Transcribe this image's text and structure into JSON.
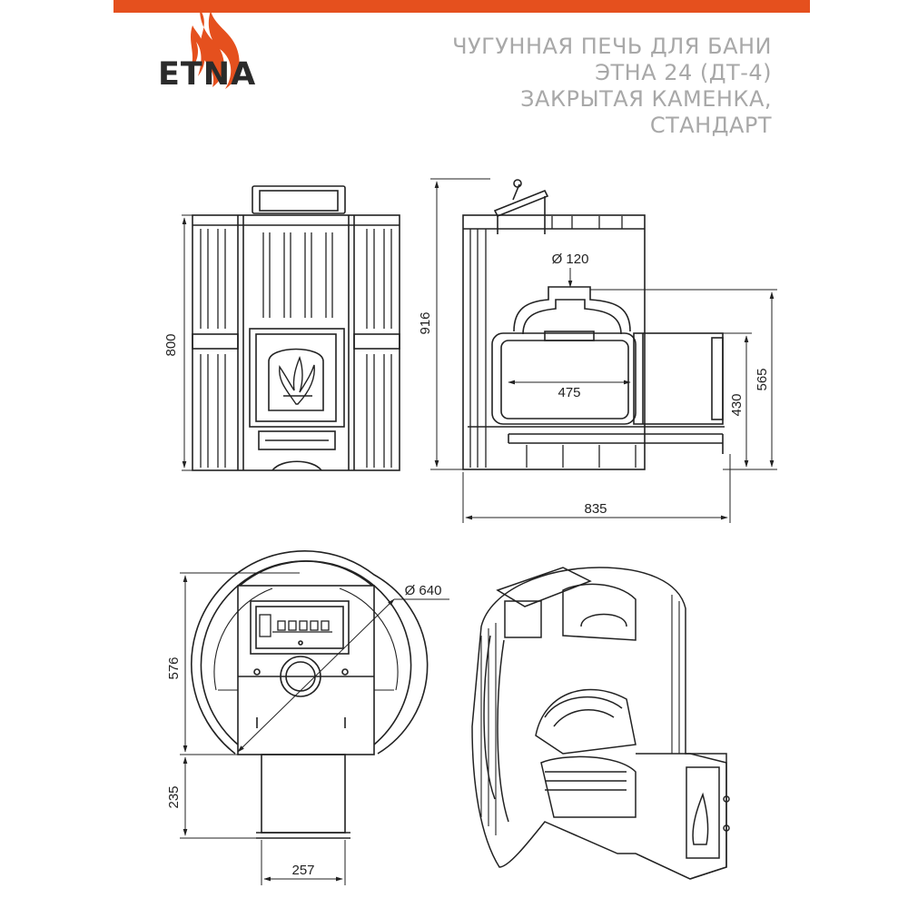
{
  "brand": {
    "name": "ETNA",
    "accent_color": "#e5501e"
  },
  "title": {
    "lines": [
      "ЧУГУННАЯ ПЕЧЬ ДЛЯ БАНИ",
      "ЭТНА 24 (ДТ-4)",
      "ЗАКРЫТАЯ КАМЕНКА,",
      "СТАНДАРТ"
    ],
    "color": "#a8a8a8"
  },
  "dimensions": {
    "front_height": "800",
    "side_total_height": "916",
    "chimney_diameter": "Ø 120",
    "firebox_length": "475",
    "firebox_channel_height": "430",
    "side_channel_height": "565",
    "total_depth": "835",
    "body_diameter": "Ø 640",
    "top_view_depth": "576",
    "tunnel_length": "235",
    "tunnel_width": "257"
  },
  "icons": {
    "flame": "flame-icon",
    "fire_door_flame": "fire-door-flame-icon"
  }
}
